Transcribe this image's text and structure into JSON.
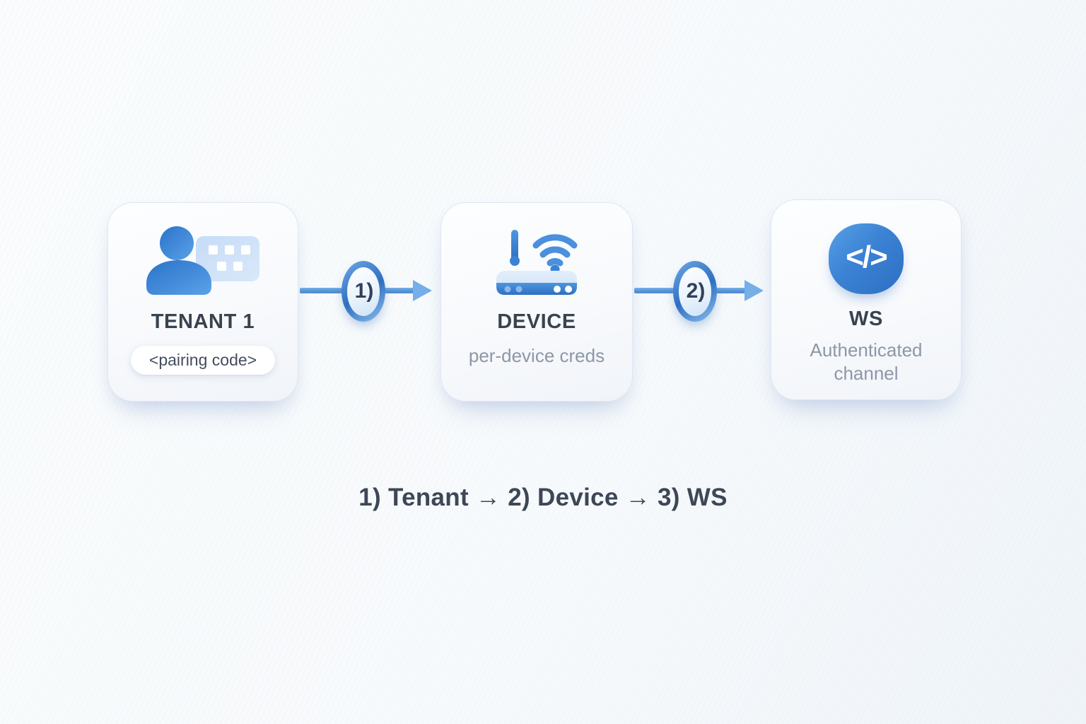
{
  "diagram": {
    "caption": "1) Tenant → 2) Device → 3) WS",
    "nodes": [
      {
        "id": "tenant",
        "title": "TENANT 1",
        "tag": "<pairing code>",
        "icon": "user-keypad-icon"
      },
      {
        "id": "device",
        "title": "DEVICE",
        "subtitle": "per-device creds",
        "icon": "router-wifi-icon"
      },
      {
        "id": "ws",
        "title": "WS",
        "subtitle": "Authenticated channel",
        "icon": "code-brackets-icon",
        "glyph": "</>"
      }
    ],
    "connectors": [
      {
        "label": "1)"
      },
      {
        "label": "2)"
      }
    ],
    "colors": {
      "accent": "#3b82d4",
      "accent_dark": "#2d6fc2",
      "accent_light": "#cfe2f8",
      "title_text": "#39424f",
      "subtitle_text": "#8d97a6",
      "caption_text": "#3d4756",
      "card_border": "#dfe4f3",
      "background": "#f7fafc"
    }
  }
}
